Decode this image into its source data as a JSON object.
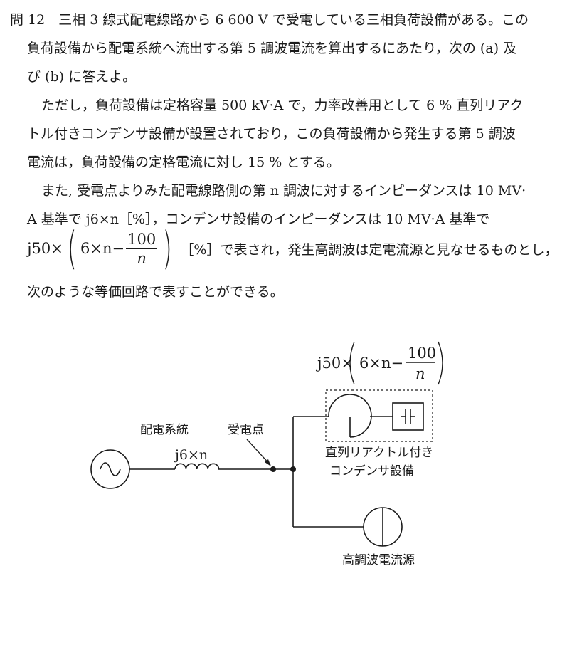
{
  "problem": {
    "lines": [
      "問 12　三相 3 線式配電線路から 6 600 V で受電している三相負荷設備がある。この",
      "負荷設備から配電系統へ流出する第 5 調波電流を算出するにあたり，次の (a) 及",
      "び (b) に答えよ。",
      "ただし，負荷設備は定格容量 500 kV·A で，力率改善用として 6 % 直列リアク",
      "トル付きコンデンサ設備が設置されており，この負荷設備から発生する第 5 調波",
      "電流は，負荷設備の定格電流に対し 15 % とする。",
      "また, 受電点よりみた配電線路側の第 n 調波に対するインピーダンスは 10 MV·",
      "A 基準で j6×n［%］，コンデンサ設備のインピーダンスは 10 MV·A 基準で",
      "次のような等価回路で表すことができる。"
    ],
    "formula_line": {
      "prefix": "j50×",
      "inner": "6×n−",
      "numerator": "100",
      "denominator": "n",
      "suffix": "［%］で表され，発生高調波は定電流源と見なせるものとし，"
    }
  },
  "diagram": {
    "top_formula": {
      "prefix": "j50×",
      "inner": "6×n−",
      "numerator": "100",
      "denominator": "n"
    },
    "label_distribution": "配電系統",
    "label_receiving_point": "受電点",
    "label_line_impedance": "j6×n",
    "label_capacitor_line1": "直列リアクトル付き",
    "label_capacitor_line2": "コンデンサ設備",
    "label_harmonic_source": "高調波電流源",
    "icons": [
      "ac-source-icon",
      "inductor-icon",
      "reactor-icon",
      "capacitor-icon",
      "current-source-icon"
    ]
  }
}
